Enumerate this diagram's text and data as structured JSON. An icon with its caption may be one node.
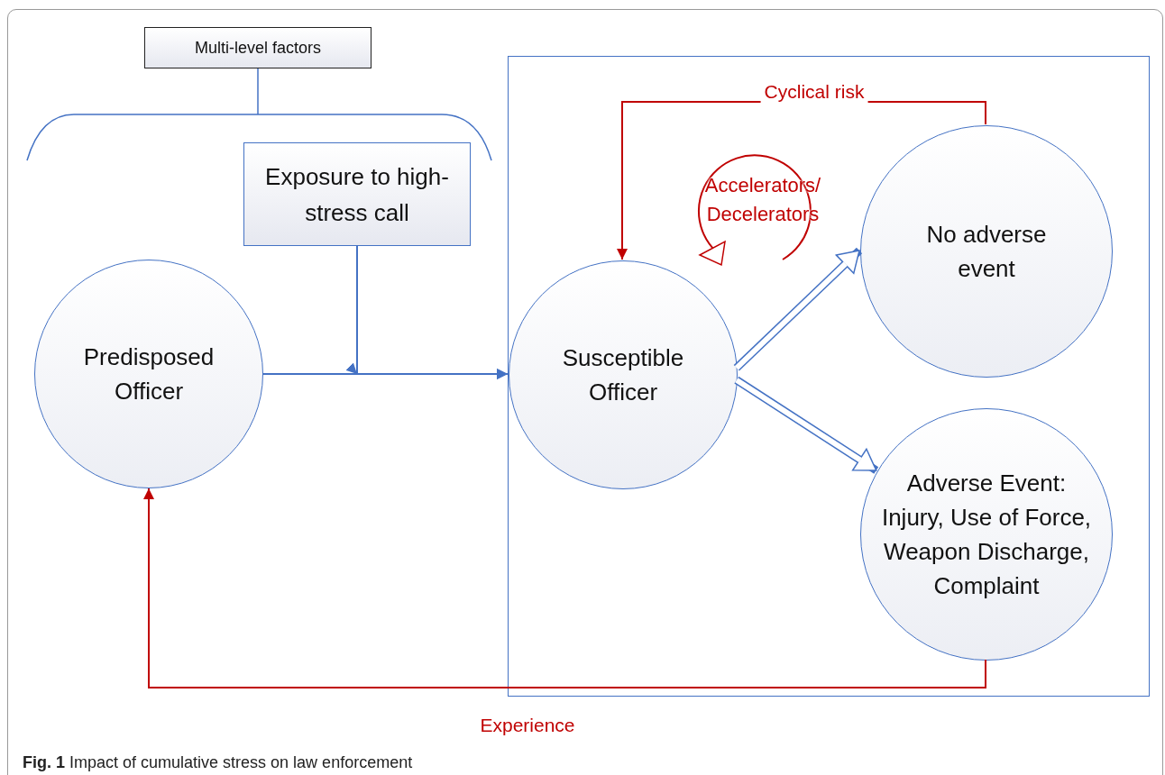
{
  "diagram": {
    "caption": "**Fig. 1** Impact of cumulative stress on law enforcement",
    "nodes": [
      {
        "text": [
          "Multi-level factors"
        ]
      },
      {
        "text": [
          "Exposure to high-stress call"
        ]
      },
      {
        "text": [
          "Predisposed Officer"
        ]
      },
      {
        "text": [],
        "shape": "box"
      },
      {
        "text": [
          "Susceptible Officer"
        ],
        "in": 3
      },
      {
        "text": [
          "No adverse event"
        ],
        "in": 3
      },
      {
        "text": [
          "Adverse Event: Injury, Use of Force, Weapon Discharge, Complaint"
        ],
        "in": 3
      }
    ],
    "edges": [
      {
        "from": 2,
        "to": 4,
        "arrow": "to"
      },
      {
        "from": 1,
        "to": 4,
        "arrow": "to"
      },
      {
        "from": 4,
        "to": 5,
        "arrow": "to",
        "style": "thick"
      },
      {
        "from": 4,
        "to": 6,
        "arrow": "to",
        "style": "thick"
      },
      {
        "from": 5,
        "to": 4,
        "arrow": "to",
        "label": "Cyclical risk",
        "color": "#c00000"
      },
      {
        "from": 6,
        "to": 2,
        "arrow": "to",
        "label": "Experience",
        "color": "#c00000"
      }
    ],
    "labels": [
      "Accelerators/ Decelerators"
    ]
  }
}
